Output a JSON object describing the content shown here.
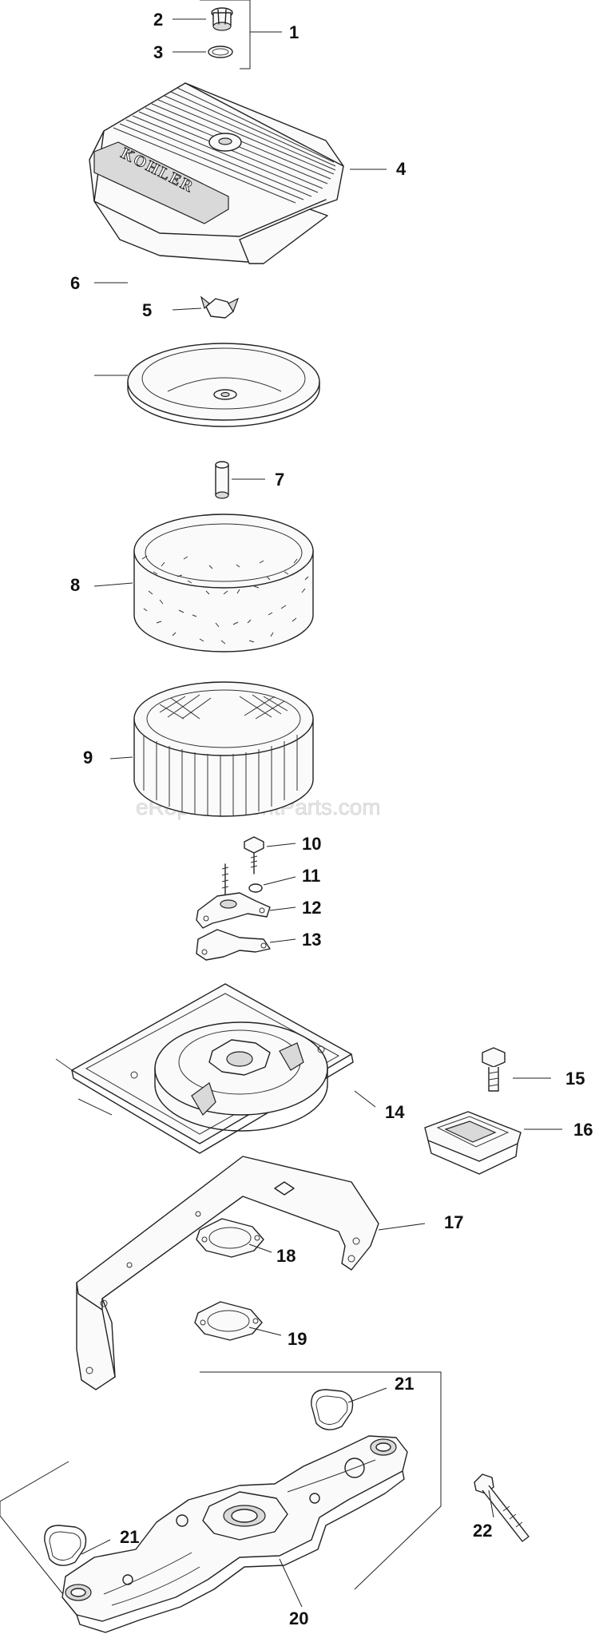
{
  "diagram": {
    "brand_logo": "KOHLER",
    "watermark": "eReplacementParts.com",
    "callouts": [
      "1",
      "2",
      "3",
      "4",
      "5",
      "6",
      "7",
      "8",
      "9",
      "10",
      "11",
      "12",
      "13",
      "14",
      "15",
      "16",
      "17",
      "18",
      "19",
      "20",
      "21",
      "21",
      "22"
    ]
  }
}
